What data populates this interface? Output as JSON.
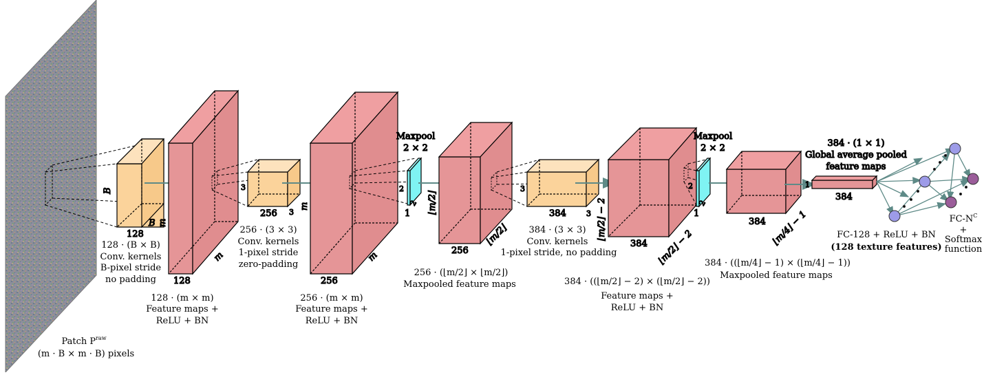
{
  "input": {
    "caption_line1": "Patch P",
    "caption_sup": "raw",
    "caption_line2": "(m · B × m · B) pixels"
  },
  "layers": {
    "conv1": {
      "dim_a": "B",
      "dim_b": "B",
      "depth": "128",
      "caption": [
        "128 · (B × B)",
        "Conv. kernels",
        "B-pixel stride",
        "no padding"
      ]
    },
    "fmap1": {
      "dim_a": "m",
      "dim_b": "m",
      "depth": "128",
      "caption": [
        "128 · (m × m)",
        "Feature maps +",
        "ReLU + BN"
      ]
    },
    "conv2": {
      "dim_a": "3",
      "dim_b": "3",
      "depth": "256",
      "caption": [
        "256 · (3 × 3)",
        "Conv. kernels",
        "1-pixel stride",
        "zero-padding"
      ]
    },
    "fmap2": {
      "dim_a": "m",
      "dim_b": "m",
      "depth": "256",
      "caption": [
        "256 · (m × m)",
        "Feature maps +",
        "ReLU + BN"
      ]
    },
    "pool1": {
      "title": [
        "Maxpool",
        "2 × 2"
      ],
      "dim_a": "2",
      "dim_b": "2",
      "depth": "1"
    },
    "pmap1": {
      "dim_a": "⌊m/2⌋",
      "dim_b": "⌊m/2⌋",
      "depth": "256",
      "caption": [
        "256 · (⌊m/2⌋ × ⌊m/2⌋)",
        "Maxpooled feature maps"
      ]
    },
    "conv3": {
      "dim_a": "3",
      "dim_b": "3",
      "depth": "384",
      "caption": [
        "384 · (3 × 3)",
        "Conv. kernels",
        "1-pixel stride, no padding"
      ]
    },
    "fmap3": {
      "dim_a": "⌊m/2⌋ − 2",
      "dim_b": "⌊m/2⌋ − 2",
      "depth": "384",
      "caption": [
        "384 · ((⌊m/2⌋ − 2) × (⌊m/2⌋ − 2))",
        "Feature maps +",
        "ReLU + BN"
      ]
    },
    "pool2": {
      "title": [
        "Maxpool",
        "2 × 2"
      ],
      "dim_a": "2",
      "dim_b": "2",
      "depth": "1"
    },
    "pmap2": {
      "dim_a": "⌊m/4⌋ − 1",
      "depth": "384",
      "caption": [
        "384 · ((⌊m/4⌋ − 1) × (⌊m/4⌋ − 1))",
        "Maxpooled feature maps"
      ]
    },
    "gap": {
      "title": [
        "384 · (1 × 1)",
        "Global average pooled",
        "feature maps"
      ],
      "dim_a": "1",
      "depth": "384"
    },
    "fc": {
      "caption_line1": "FC-128 + ReLU + BN",
      "caption_line2": "(128 texture features)"
    },
    "softmax": {
      "caption_line1": "FC-N",
      "caption_sup": "C",
      "caption_line2": "+",
      "caption_line3": "Softmax",
      "caption_line4": "function"
    }
  },
  "colors": {
    "conv_kernel": "#fbd39b",
    "feature_map": "#e59597",
    "pool": "#7ff3f3",
    "arrow": "#5e8a87",
    "neuron": "#9d9be8",
    "output_neuron": "#9b5d9a"
  }
}
